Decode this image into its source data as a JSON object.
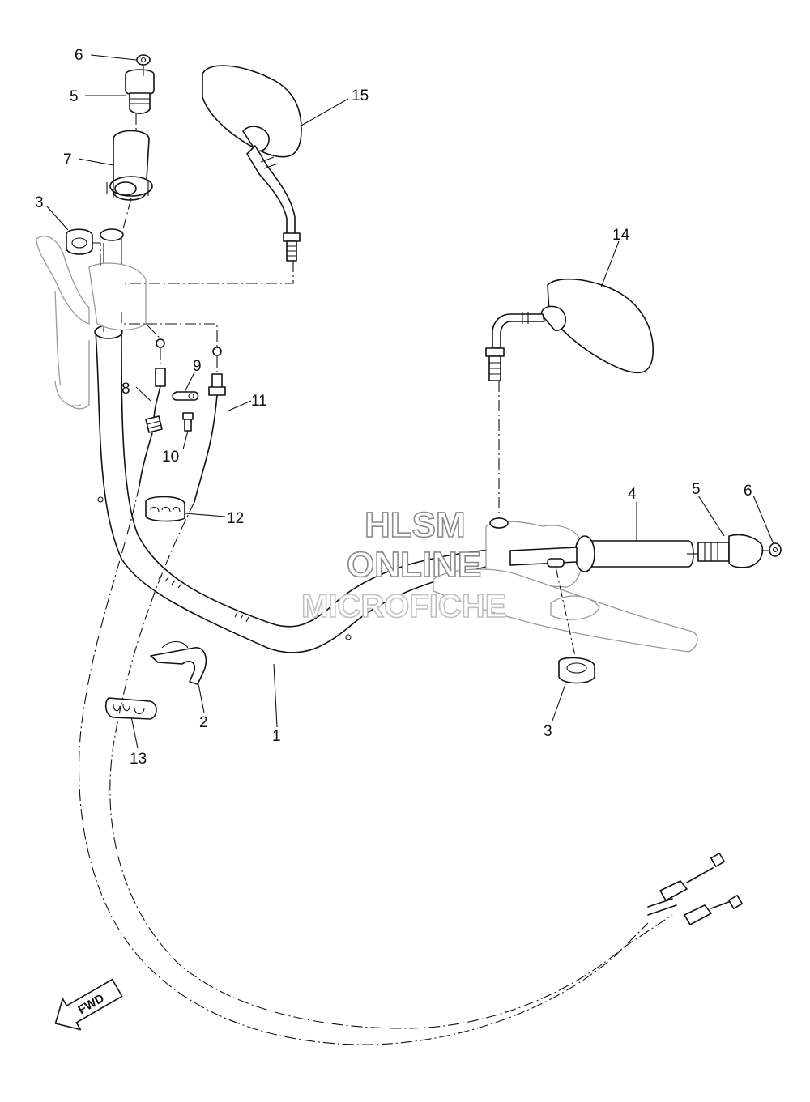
{
  "callouts": [
    {
      "id": "c6a",
      "label": "6"
    },
    {
      "id": "c5a",
      "label": "5"
    },
    {
      "id": "c7",
      "label": "7"
    },
    {
      "id": "c3a",
      "label": "3"
    },
    {
      "id": "c15",
      "label": "15"
    },
    {
      "id": "c14",
      "label": "14"
    },
    {
      "id": "c9",
      "label": "9"
    },
    {
      "id": "c8",
      "label": "8"
    },
    {
      "id": "c11",
      "label": "11"
    },
    {
      "id": "c10",
      "label": "10"
    },
    {
      "id": "c12",
      "label": "12"
    },
    {
      "id": "c4",
      "label": "4"
    },
    {
      "id": "c5b",
      "label": "5"
    },
    {
      "id": "c6b",
      "label": "6"
    },
    {
      "id": "c2",
      "label": "2"
    },
    {
      "id": "c1",
      "label": "1"
    },
    {
      "id": "c3b",
      "label": "3"
    },
    {
      "id": "c13",
      "label": "13"
    }
  ],
  "watermark": {
    "line1": "HLSM",
    "line2": "ONLINE",
    "line3": "MICROFICHE"
  },
  "direction_indicator": {
    "label": "FWD",
    "icon": "forward-arrow-icon"
  }
}
